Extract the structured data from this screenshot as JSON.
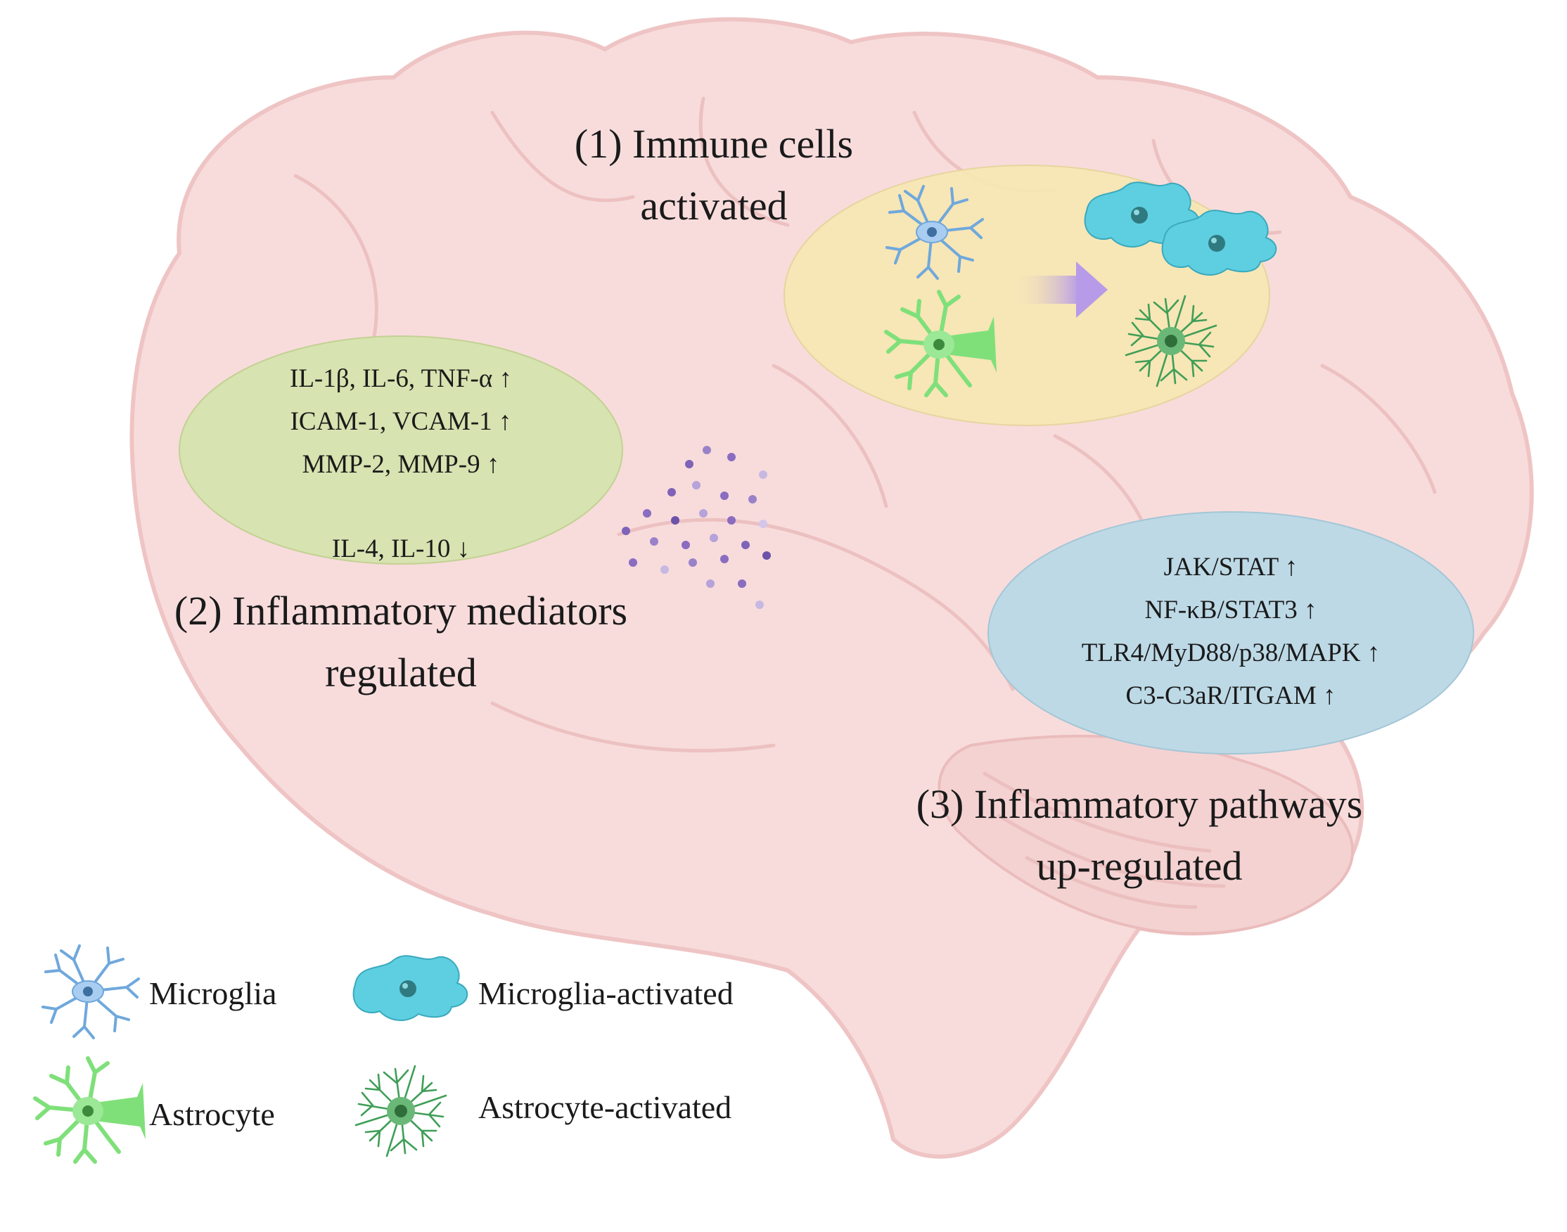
{
  "sections": {
    "immune": {
      "title_line1": "(1) Immune cells",
      "title_line2": "activated"
    },
    "mediators": {
      "title_line1": "(2) Inflammatory mediators",
      "title_line2": "regulated",
      "items": [
        "IL-1β, IL-6, TNF-α ↑",
        "ICAM-1, VCAM-1 ↑",
        "MMP-2, MMP-9 ↑",
        "IL-4, IL-10 ↓"
      ]
    },
    "pathways": {
      "title_line1": "(3) Inflammatory pathways",
      "title_line2": "up-regulated",
      "items": [
        "JAK/STAT ↑",
        "NF-κB/STAT3 ↑",
        "TLR4/MyD88/p38/MAPK ↑",
        "C3-C3aR/ITGAM ↑"
      ]
    }
  },
  "legend": {
    "microglia": "Microglia",
    "microglia_activated": "Microglia-activated",
    "astrocyte": "Astrocyte",
    "astrocyte_activated": "Astrocyte-activated"
  },
  "colors": {
    "brain": "#f8dcdc",
    "brain_outline": "#efc4c4",
    "immune_ellipse": "#f7e7b4",
    "mediator_ellipse": "#d7e3b0",
    "pathway_ellipse": "#bdd9e6",
    "microglia": "#6fa8dc",
    "microglia_activated": "#5ecfe0",
    "astrocyte": "#7fe07a",
    "astrocyte_activated": "#3f9e57",
    "arrow": "#b79be8",
    "particles": "#8a6cc0"
  }
}
